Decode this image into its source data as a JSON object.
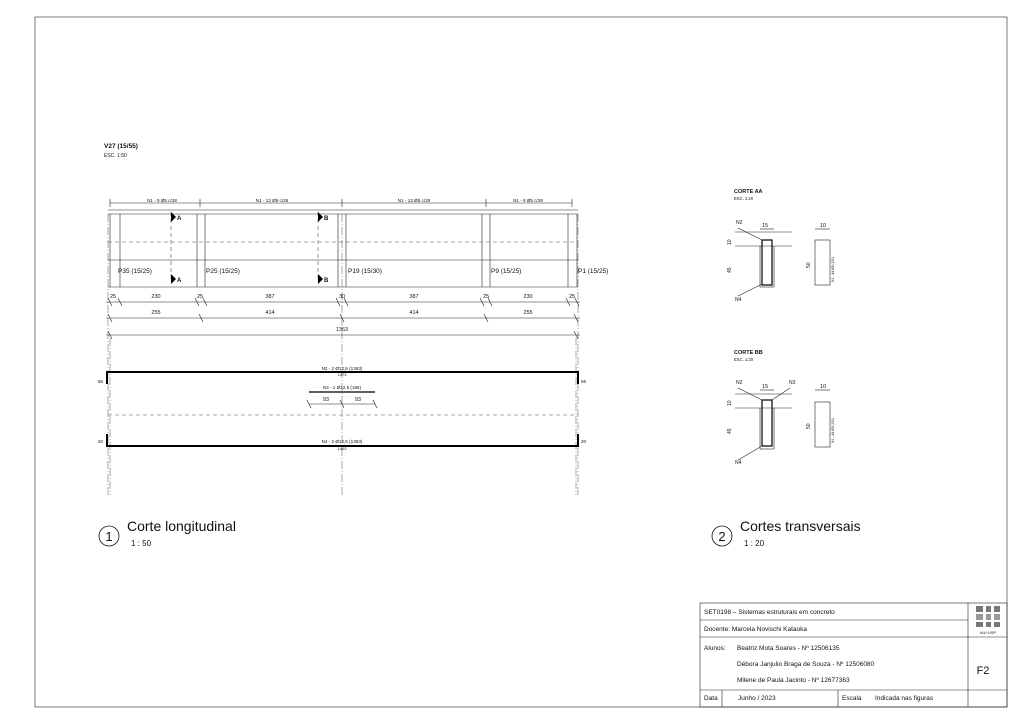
{
  "beam": {
    "title": "V27 (15/55)",
    "scale": "ESC. 1:50",
    "stirrup_labels": [
      "N1 - 9  Ø5 c/28",
      "N1 - 13  Ø5 c/28",
      "N1 - 13  Ø5 c/28",
      "N1 - 9  Ø5 c/28"
    ],
    "section_marks": [
      "A",
      "A",
      "B",
      "B"
    ],
    "pillars": [
      "P35 (15/25)",
      "P25 (15/25)",
      "P19 (15/30)",
      "P9 (15/25)",
      "P1 (15/25)"
    ],
    "dims_row1": [
      "25",
      "230",
      "25",
      "387",
      "30",
      "387",
      "25",
      "230",
      "25"
    ],
    "dims_row2": [
      "255",
      "414",
      "414",
      "255"
    ],
    "dim_total": "1363",
    "bar_n2": "N2 - 2  Ø12,5  (1363)",
    "bar_n2_len": "1473",
    "bar_n3": "N3 - 1  Ø12,5  (186)",
    "bar_n3_dims": [
      "93",
      "93"
    ],
    "bar_n4": "N4 - 2  Ø12,5  (1363)",
    "bar_n4_len": "1403",
    "hook_top": "55",
    "hook_bottom": "20"
  },
  "sections": {
    "aa": {
      "title": "CORTE AA",
      "scale": "ESC. 1:20",
      "labels": [
        "N2",
        "15",
        "10",
        "10",
        "45",
        "N4",
        "50"
      ],
      "stirrup": "N1 - 44 Ø5 (150)"
    },
    "bb": {
      "title": "CORTE BB",
      "scale": "ESC. 1:20",
      "labels": [
        "N2",
        "15",
        "N3",
        "10",
        "10",
        "45",
        "N4",
        "50"
      ],
      "stirrup": "N1 - 44 Ø5 (150)"
    }
  },
  "views": [
    {
      "number": "1",
      "title": "Corte longitudinal",
      "scale": "1 : 50"
    },
    {
      "number": "2",
      "title": "Cortes transversais",
      "scale": "1 : 20"
    }
  ],
  "title_block": {
    "course": "SET0198 – Sistemas estruturais em concreto",
    "teacher": "Docente: Marcela Novischi Kataoka",
    "students_label": "Alunos:",
    "students": [
      "Beatriz Mota Soares - Nº 12506135",
      "Débora Janjulio Braga de Souza - Nº 12506080",
      "Milene de Paula Jacinto - Nº 12677363"
    ],
    "date_label": "Data",
    "date_value": "Junho  / 2023",
    "scale_label": "Escala",
    "scale_value": "Indicada nas figuras",
    "sheet": "F2",
    "logo_text": "IAU·USP"
  }
}
